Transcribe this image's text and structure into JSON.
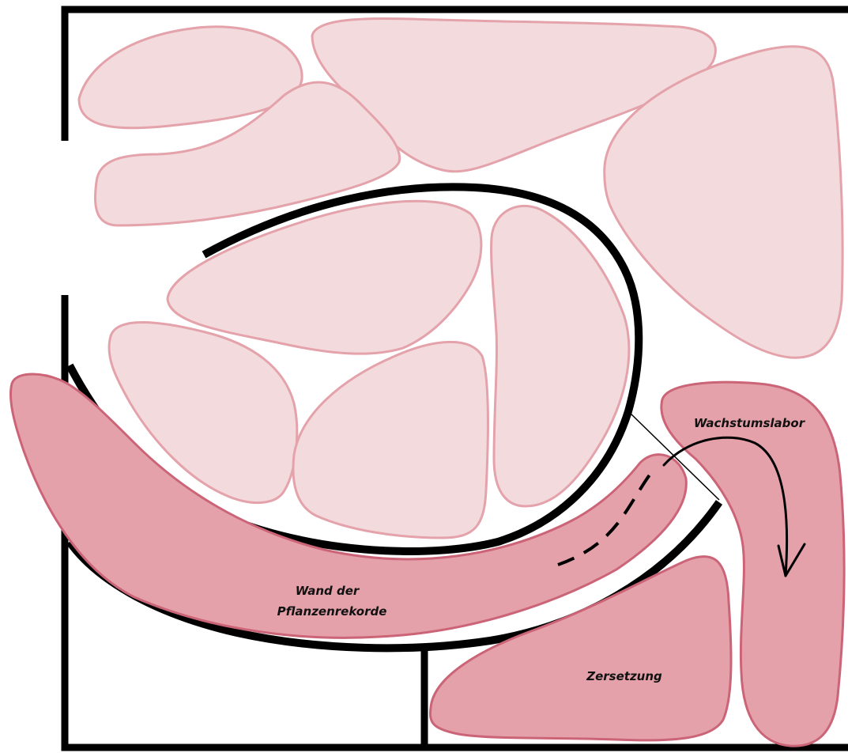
{
  "colors": {
    "background": "#ffffff",
    "wall": "#000000",
    "light_zone_fill": "#f3dadd",
    "light_zone_stroke": "#e4a2ab",
    "dark_zone_fill": "#e4a1aa",
    "dark_zone_stroke": "#cc6477"
  },
  "labels": {
    "wall_line1": "Wand der",
    "wall_line2": "Pflanzenrekorde",
    "lab": "Wachstumslabor",
    "decomposition": "Zersetzung"
  },
  "icons": {
    "path_arrow": "curved-arrow-down-icon",
    "dashed_path": "dashed-path-icon"
  }
}
